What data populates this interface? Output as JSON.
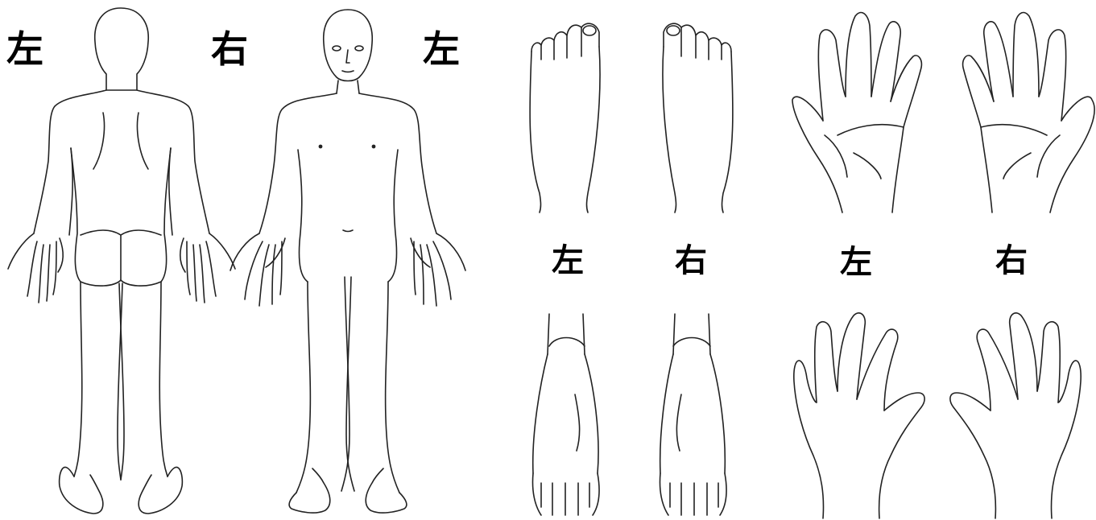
{
  "labels": {
    "back_left": "左",
    "front_right": "右",
    "front_left": "左",
    "foot_left": "左",
    "foot_right": "右",
    "hand_left": "左",
    "hand_right": "右"
  },
  "colors": {
    "line": "#222222",
    "label": "#000000",
    "background": "#ffffff"
  }
}
